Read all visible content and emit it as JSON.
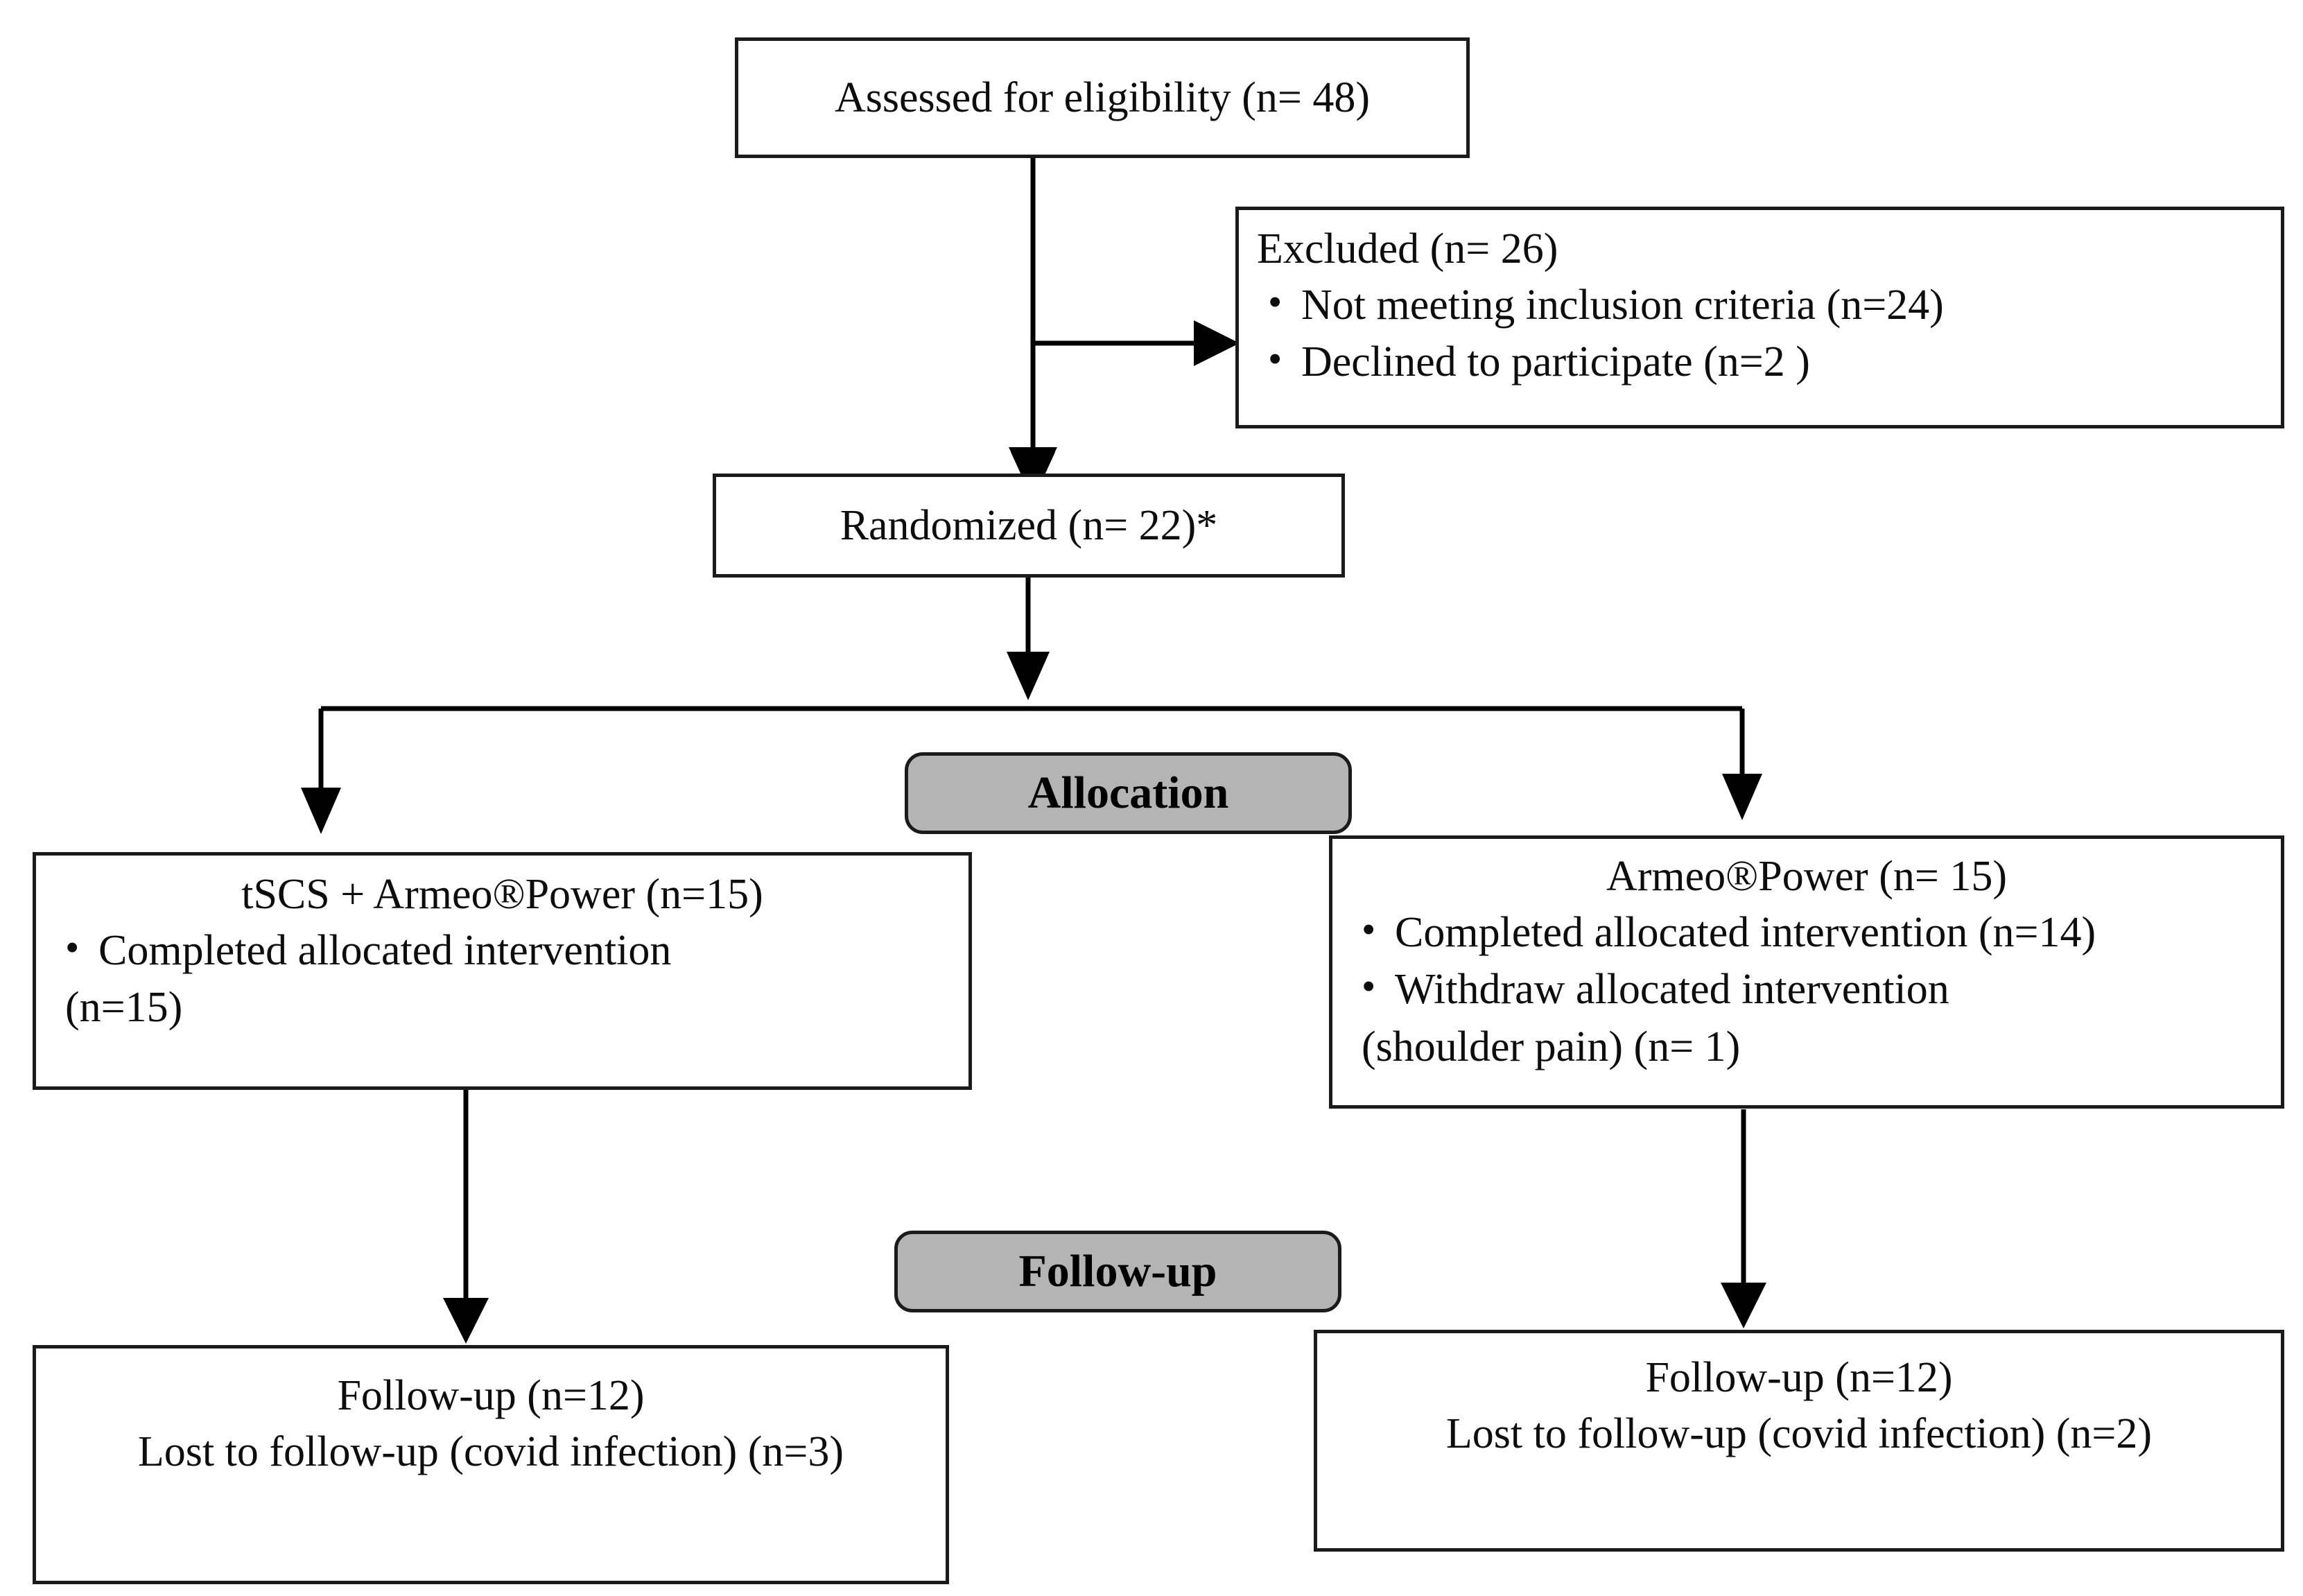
{
  "diagram": {
    "type": "consort-flow-diagram",
    "title": "CONSORT participant flow",
    "colors": {
      "box_border": "#1b1b1b",
      "box_fill": "#ffffff",
      "banner_fill": "#b4b4b4",
      "text": "#0d0d0d",
      "connector": "#000000"
    }
  },
  "nodes": {
    "assessed": {
      "id": "assessed-for-eligibility",
      "text": "Assessed for eligibility (n= 48)",
      "n": 48
    },
    "excluded": {
      "id": "excluded",
      "heading": "Excluded  (n= 26)",
      "n": 26,
      "reasons": [
        {
          "label": "Not meeting inclusion criteria (n=24)",
          "n": 24
        },
        {
          "label": "Declined to participate (n=2 )",
          "n": 2
        }
      ]
    },
    "randomized": {
      "id": "randomized",
      "text": "Randomized (n= 22)*",
      "n": 22,
      "footnote_marker": "*"
    },
    "left_allocation": {
      "id": "tscs-armeo-power-allocation",
      "heading": "tSCS + Armeo®Power (n=15)",
      "n": 15,
      "items": [
        {
          "line1": "Completed allocated intervention",
          "line2": "(n=15)",
          "n": 15
        }
      ]
    },
    "right_allocation": {
      "id": "armeo-power-allocation",
      "heading": "Armeo®Power (n= 15)",
      "n": 15,
      "items": [
        {
          "line1": "Completed allocated intervention (n=14)",
          "line2": "",
          "n": 14
        },
        {
          "line1": "Withdraw allocated intervention",
          "line2": "(shoulder pain) (n= 1)",
          "n": 1
        }
      ]
    },
    "left_followup": {
      "id": "left-follow-up",
      "lines": [
        "Follow-up (n=12)",
        "Lost to follow-up (covid infection) (n=3)"
      ],
      "followed_up": 12,
      "lost": 3
    },
    "right_followup": {
      "id": "right-follow-up",
      "lines": [
        "Follow-up (n=12)",
        "Lost to follow-up (covid infection) (n=2)"
      ],
      "followed_up": 12,
      "lost": 2
    }
  },
  "banners": {
    "allocation": "Allocation",
    "followup": "Follow-up"
  }
}
